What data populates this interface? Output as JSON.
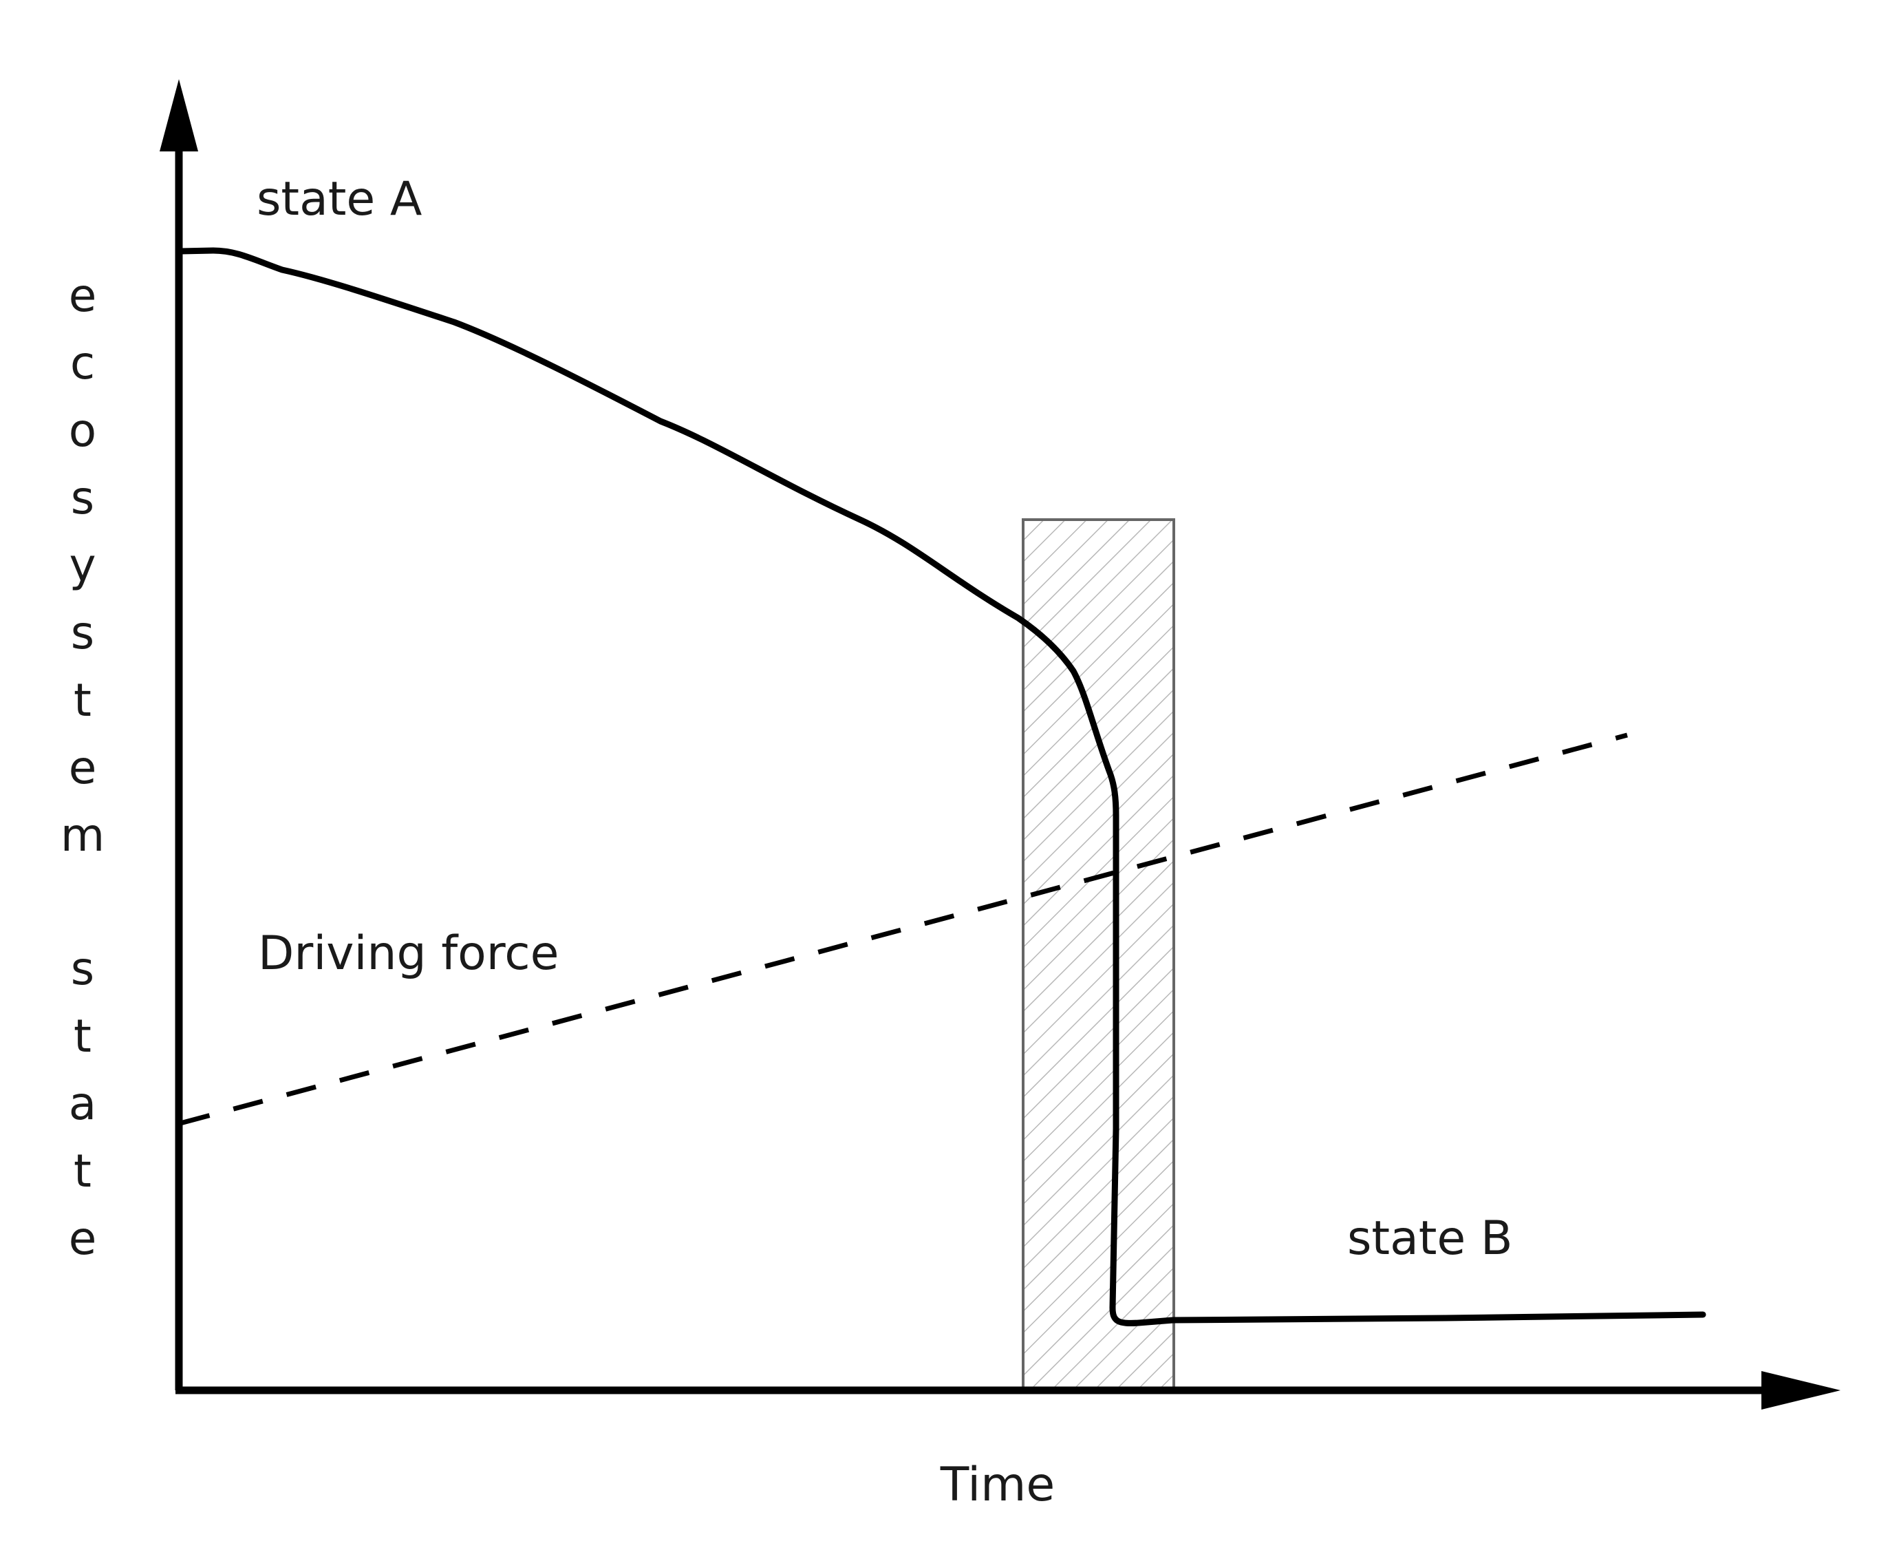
{
  "diagram": {
    "y_axis_label_letters": [
      "e",
      "c",
      "o",
      "s",
      "y",
      "s",
      "t",
      "e",
      "m",
      "s",
      "t",
      "a",
      "t",
      "e"
    ],
    "x_axis_label": "Time",
    "label_state_a": "state A",
    "label_state_b": "state B",
    "label_driving_force": "Driving force"
  }
}
